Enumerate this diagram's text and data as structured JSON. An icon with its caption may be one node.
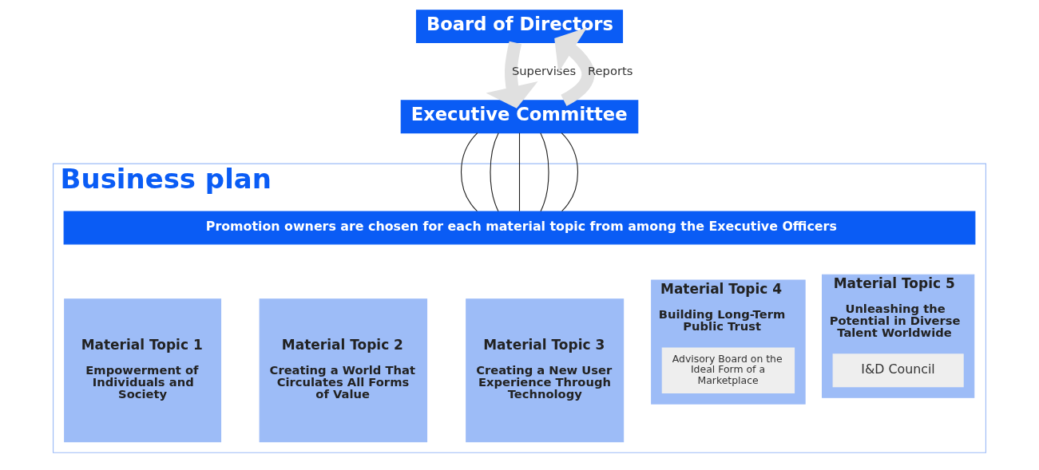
{
  "diagram": {
    "nodes": [
      {
        "text": [
          "Board of Directors"
        ]
      },
      {
        "text": [
          "Executive Committee"
        ]
      },
      {
        "text": [
          "Business plan"
        ]
      },
      {
        "text": [
          "Promotion owners are chosen for each material topic from among the Executive Officers"
        ],
        "in": 2
      },
      {
        "text": [
          "Material Topic 1",
          "Empowerment of Individuals and Society"
        ],
        "in": 2
      },
      {
        "text": [
          "Material Topic 2",
          "Creating a World That Circulates All Forms of Value"
        ],
        "in": 2
      },
      {
        "text": [
          "Material Topic 3",
          "Creating a New User Experience Through Technology"
        ],
        "in": 2
      },
      {
        "text": [
          "Material Topic 4",
          "Building Long-Term Public Trust"
        ],
        "in": 2
      },
      {
        "text": [
          "Material Topic 5",
          "Unleashing the Potential in Diverse Talent Worldwide"
        ],
        "in": 2
      },
      {
        "text": [
          "Advisory Board on the Ideal Form of a Marketplace"
        ],
        "in": 7
      },
      {
        "text": [
          "I&D Council"
        ],
        "in": 8
      }
    ],
    "edges": [
      {
        "from": 1,
        "to": 0,
        "arrow": "to",
        "label": "Reports",
        "style": "thick",
        "color": "#e0e0e0"
      },
      {
        "from": 0,
        "to": 1,
        "arrow": "to",
        "label": "Supervises",
        "style": "thick",
        "color": "#e0e0e0"
      },
      {
        "from": 1,
        "to": 3,
        "arrow": "none"
      },
      {
        "from": 1,
        "to": 3,
        "arrow": "none"
      },
      {
        "from": 1,
        "to": 3,
        "arrow": "none"
      },
      {
        "from": 1,
        "to": 3,
        "arrow": "none"
      },
      {
        "from": 1,
        "to": 3,
        "arrow": "none"
      }
    ]
  }
}
